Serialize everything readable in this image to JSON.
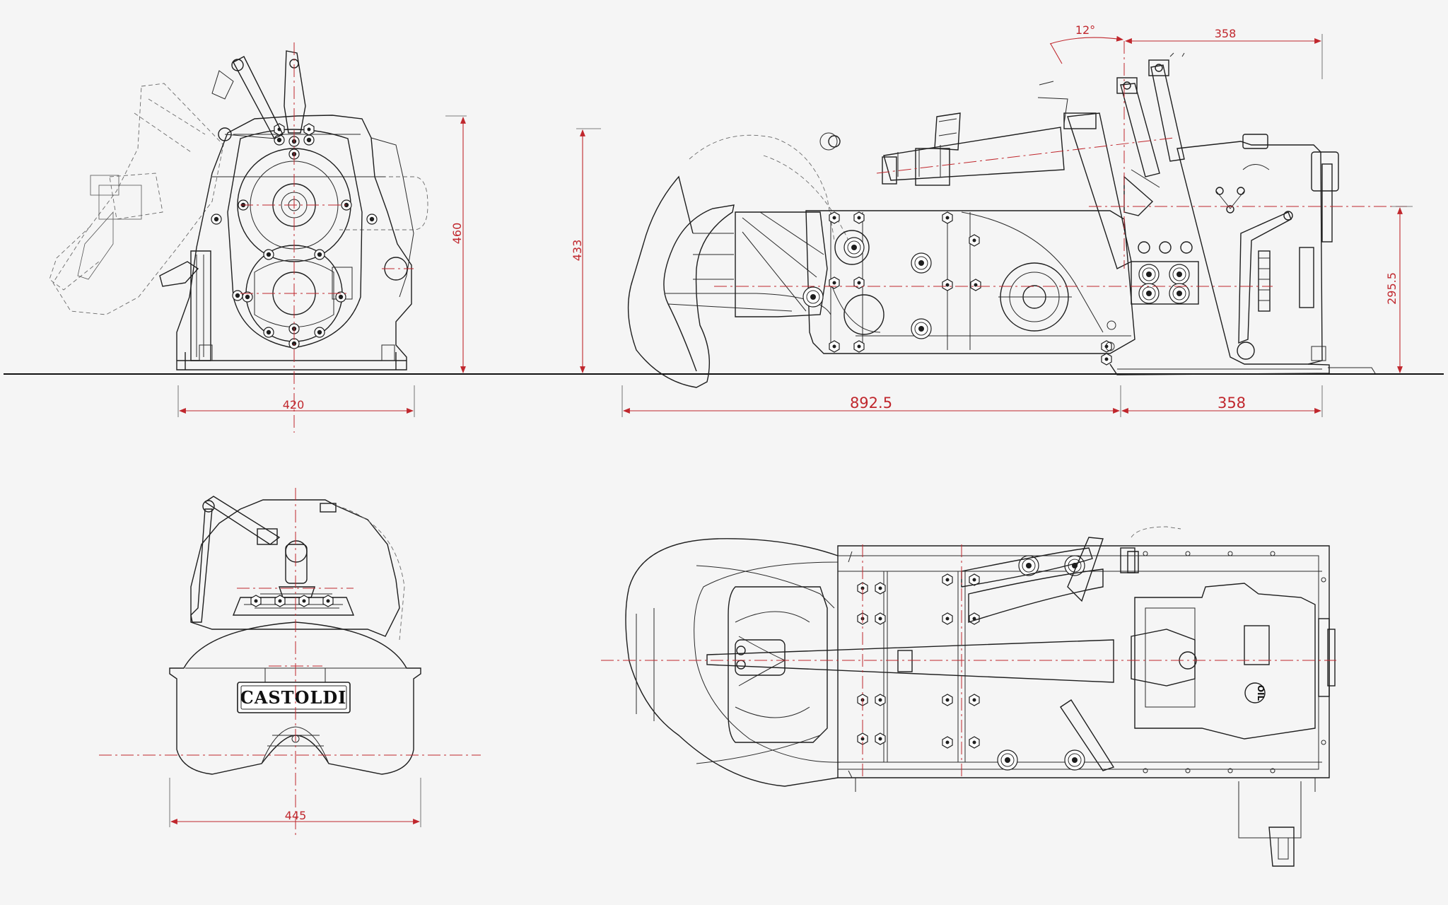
{
  "drawing": {
    "brand_plate": "CASTOLDI",
    "oil_cap_label": "OIL",
    "colors": {
      "background": "#f5f5f5",
      "linework": "#1e1e1e",
      "dimension_red": "#c0272d"
    },
    "views": {
      "front": {
        "width_label": "420",
        "height_label": "460"
      },
      "side": {
        "height_label": "433",
        "length_label": "892.5",
        "rear_length_label": "358",
        "top_length_label": "358",
        "angle_label": "12°",
        "axis_height_label": "295.5"
      },
      "rear": {
        "width_label": "445"
      },
      "top": {}
    }
  }
}
